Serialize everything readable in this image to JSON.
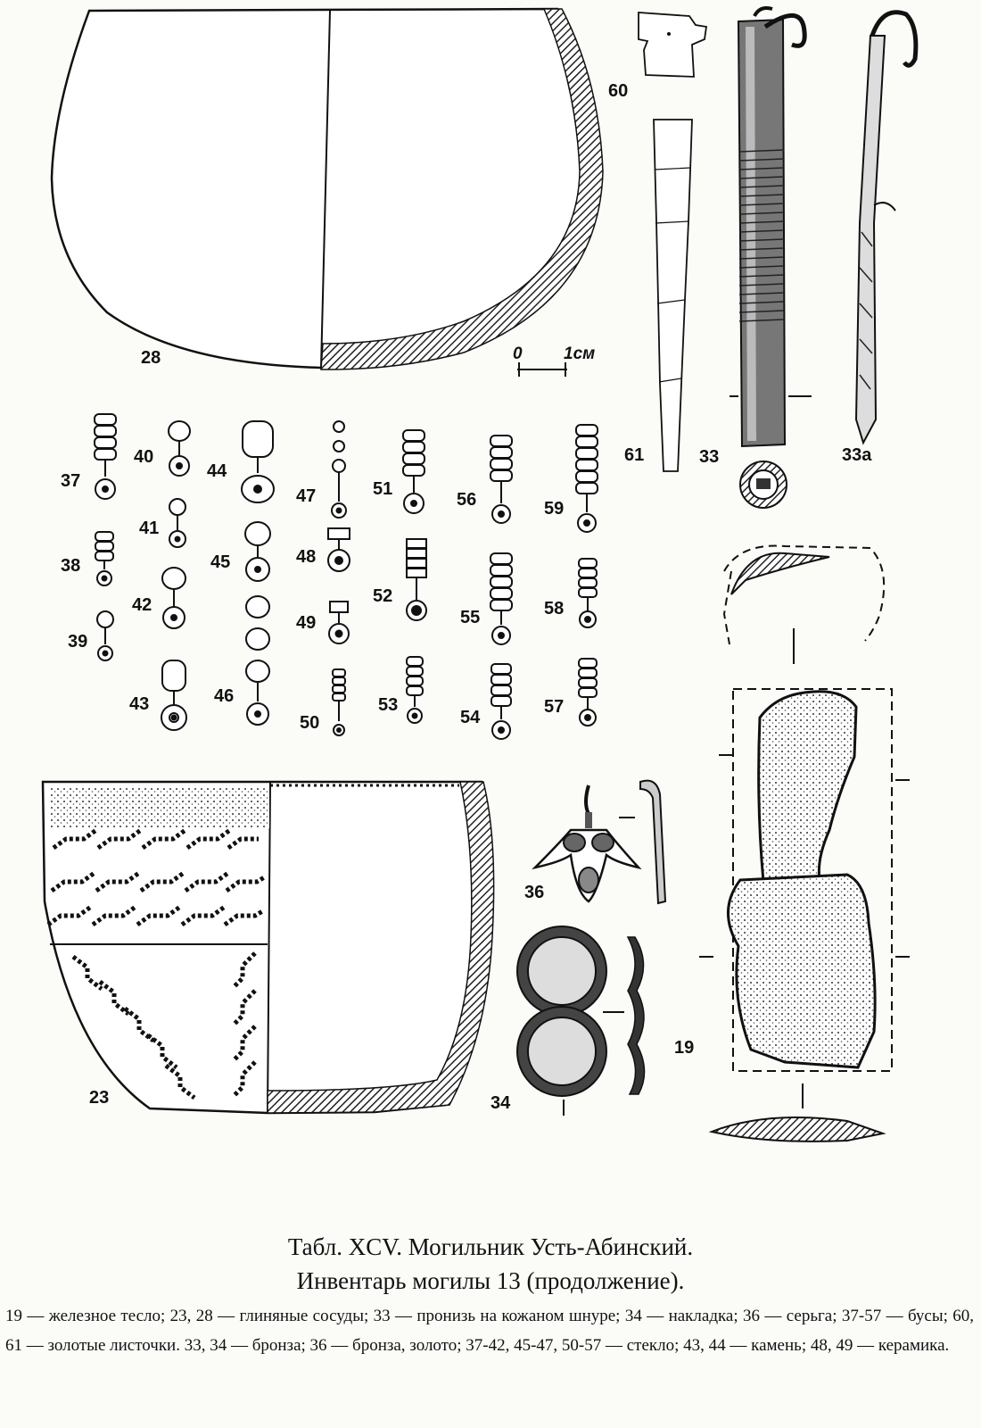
{
  "labels": {
    "f28": "28",
    "f60": "60",
    "f61": "61",
    "f33": "33",
    "f33a": "33a",
    "f37": "37",
    "f38": "38",
    "f39": "39",
    "f40": "40",
    "f41": "41",
    "f42": "42",
    "f43": "43",
    "f44": "44",
    "f45": "45",
    "f46": "46",
    "f47": "47",
    "f48": "48",
    "f49": "49",
    "f50": "50",
    "f51": "51",
    "f52": "52",
    "f53": "53",
    "f54": "54",
    "f55": "55",
    "f56": "56",
    "f57": "57",
    "f58": "58",
    "f59": "59",
    "f23": "23",
    "f36": "36",
    "f34": "34",
    "f19": "19"
  },
  "scale_bar": {
    "zero": "0",
    "unit": "1см"
  },
  "caption": {
    "title": "Табл. XCV. Могильник Усть-Абинский.",
    "subtitle": "Инвентарь могилы 13 (продолжение).",
    "legend": "19 — железное тесло; 23, 28 — глиняные сосуды; 33 — пронизь на кожаном шнуре; 34 — накладка; 36 — серьга; 37-57 — бусы; 60, 61 — золотые листочки. 33, 34 — бронза; 36 — бронза, золото; 37-42, 45-47, 50-57 — стекло; 43, 44 — камень; 48, 49 — керамика."
  }
}
